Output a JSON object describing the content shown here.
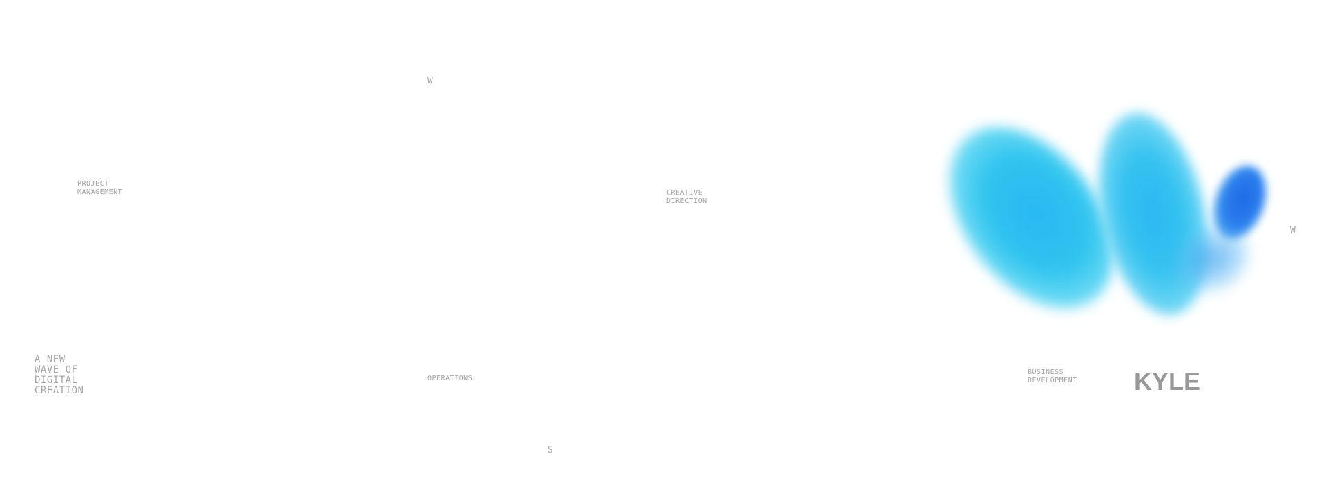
{
  "markers": {
    "top": "W",
    "right": "W",
    "bottom": "S"
  },
  "disciplines": {
    "project_management": [
      "PROJECT",
      "MANAGEMENT"
    ],
    "creative_direction": [
      "CREATIVE",
      "DIRECTION"
    ],
    "operations": "OPERATIONS",
    "business_development": [
      "BUSINESS",
      "DEVELOPMENT"
    ]
  },
  "tagline": [
    "A NEW",
    "WAVE OF",
    "DIGITAL",
    "CREATION"
  ],
  "name": "KYLE",
  "colors": {
    "text_muted": "#a6a6a6",
    "name_gray": "#999999",
    "blob_cyan": "#30c4ef",
    "blob_blue": "#1f6ae6",
    "background": "#ffffff"
  },
  "graphic": {
    "icon": "gradient-w-blob-icon"
  }
}
